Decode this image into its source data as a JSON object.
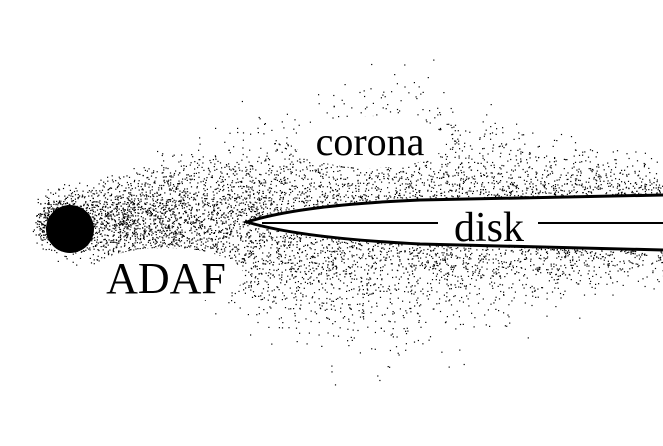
{
  "labels": {
    "corona": "corona",
    "disk": "disk",
    "adaf": "ADAF"
  },
  "colors": {
    "ink": "#000000",
    "background": "#ffffff"
  }
}
